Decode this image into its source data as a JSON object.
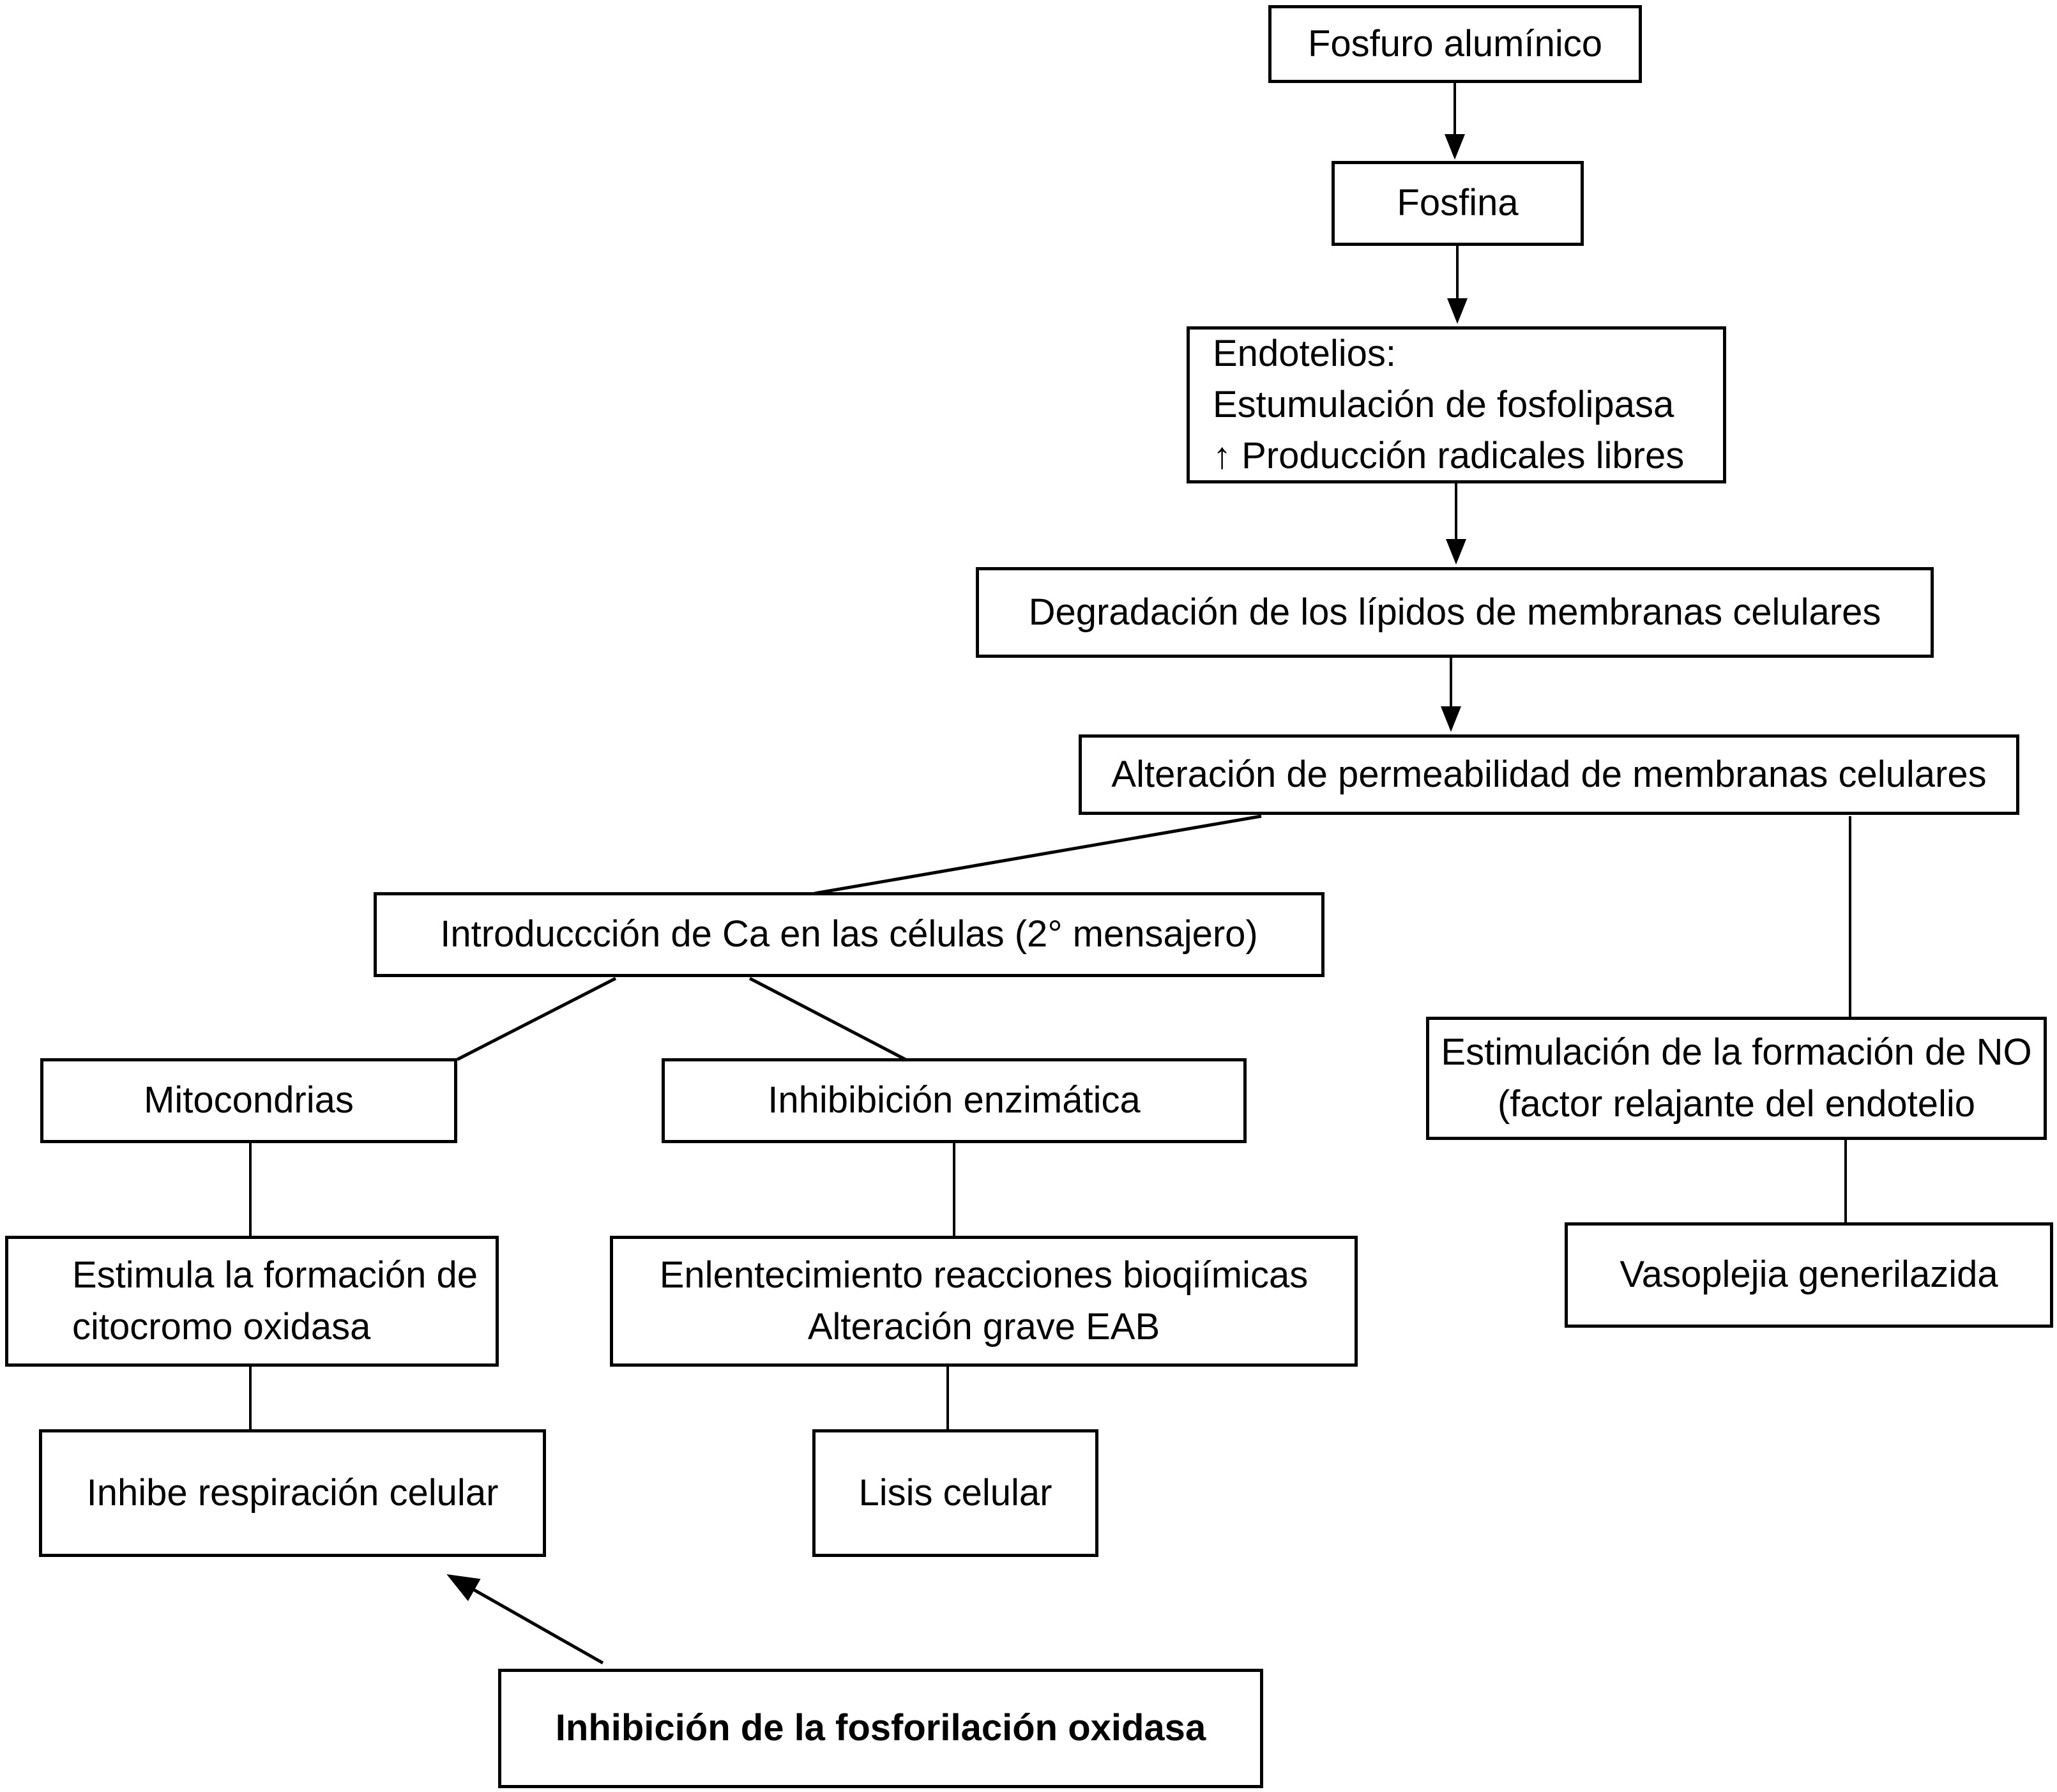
{
  "diagram": {
    "title": "Mecanismo de toxicidad del fosfuro aluminico (flujograma)",
    "background_color": "#ffffff",
    "line_color": "#000000",
    "nodes": {
      "fosfuro_aluminico": {
        "label": "Fosfuro alumínico"
      },
      "fosfina": {
        "label": "Fosfina"
      },
      "endotelios": {
        "label": "Endotelios:\nEstumulación de fosfolipasa\n↑ Producción radicales libres"
      },
      "degradacion_lipidos": {
        "label": "Degradación de los lípidos de membranas celulares"
      },
      "alteracion_permeabilidad": {
        "label": "Alteración de permeabilidad de membranas celulares"
      },
      "introduccion_ca": {
        "label": "Introduccción de Ca en las células (2° mensajero)"
      },
      "mitocondrias": {
        "label": "Mitocondrias"
      },
      "inhibibicion_enzimatica": {
        "label": "Inhibibición enzimática"
      },
      "estimulacion_no": {
        "label": "Estimulación de la formación de NO\n(factor relajante del endotelio"
      },
      "estimula_citocromo": {
        "label": "Estimula la formación de\ncitocromo oxidasa"
      },
      "enlentecimiento": {
        "label": "Enlentecimiento reacciones bioqiímicas\nAlteración grave EAB"
      },
      "vasoplejia": {
        "label": "Vasoplejia generilazida"
      },
      "inhibe_respiracion": {
        "label": "Inhibe respiración celular"
      },
      "lisis_celular": {
        "label": "Lisis celular"
      },
      "inhibicion_fosforilacion": {
        "label": "Inhibición de la fosforilación oxidasa"
      }
    }
  }
}
